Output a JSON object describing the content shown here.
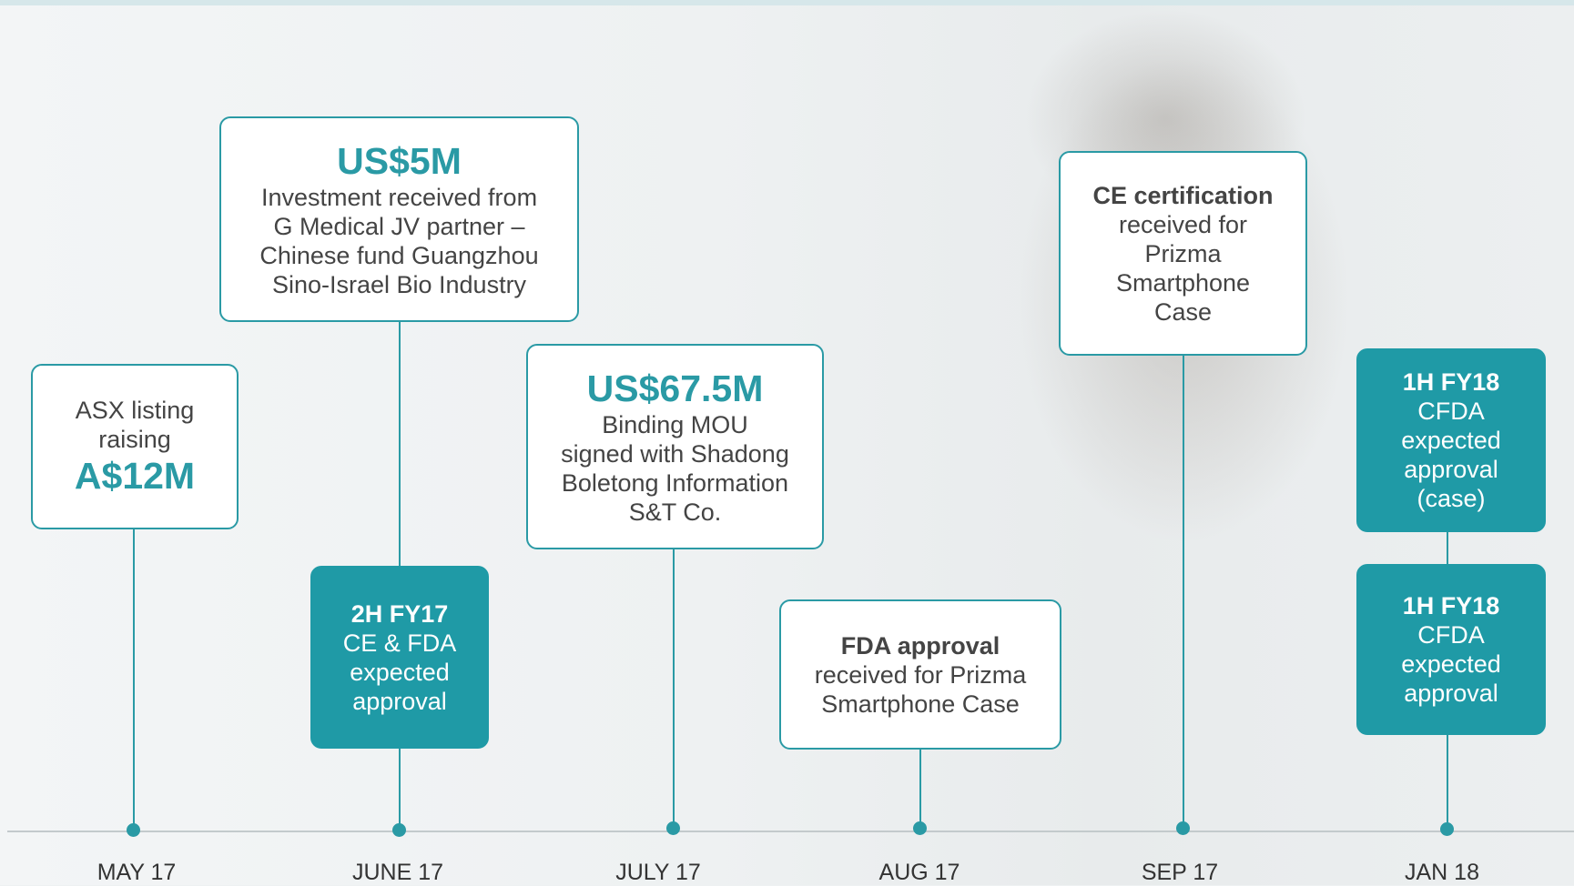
{
  "events": [
    {
      "line1": "ASX listing",
      "line2": "raising",
      "value": "A$12M"
    },
    {
      "value": "US$5M",
      "lines": [
        "Investment received from",
        "G Medical JV partner –",
        "Chinese fund Guangzhou",
        "Sino-Israel Bio Industry"
      ]
    },
    {
      "title": "2H FY17",
      "lines": [
        "CE & FDA",
        "expected",
        "approval"
      ]
    },
    {
      "value": "US$67.5M",
      "lines": [
        "Binding MOU",
        "signed with Shadong",
        "Boletong Information",
        "S&T Co."
      ]
    },
    {
      "title": "FDA approval",
      "lines": [
        "received for Prizma",
        "Smartphone Case"
      ]
    },
    {
      "title": "CE certification",
      "lines": [
        "received for",
        "Prizma",
        "Smartphone",
        "Case"
      ]
    },
    {
      "title": "1H FY18",
      "lines": [
        "CFDA",
        "expected",
        "approval",
        "(case)"
      ]
    },
    {
      "title": "1H FY18",
      "lines": [
        "CFDA",
        "expected",
        "approval"
      ]
    }
  ],
  "axis_labels": [
    "MAY 17",
    "JUNE 17",
    "JULY 17",
    "AUG 17",
    "SEP 17",
    "JAN 18"
  ],
  "colors": {
    "accent": "#2a9aa5",
    "filled": "#1f9aa6",
    "text": "#444444"
  }
}
